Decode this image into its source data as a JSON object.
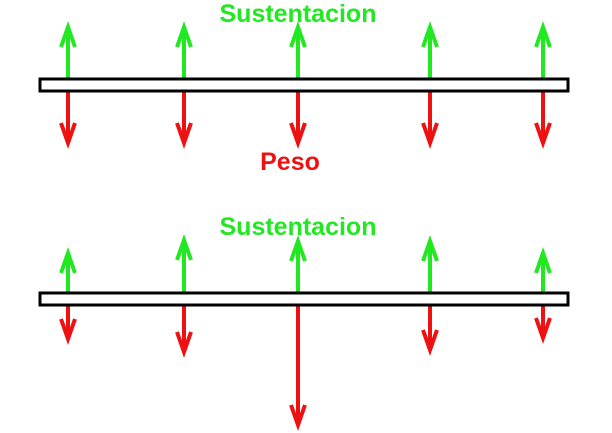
{
  "colors": {
    "lift": "#22e822",
    "weight": "#ee1111",
    "beam": "#000000"
  },
  "panels": [
    {
      "lift_label": "Sustentacion",
      "weight_label": "Peso",
      "lift_magnitudes": [
        52,
        52,
        52,
        52,
        52
      ],
      "weight_magnitudes": [
        52,
        52,
        52,
        52,
        52
      ]
    },
    {
      "lift_label": "Sustentacion",
      "lift_magnitudes": [
        40,
        53,
        52,
        52,
        40
      ],
      "weight_magnitudes": [
        34,
        47,
        120,
        45,
        33
      ]
    }
  ]
}
